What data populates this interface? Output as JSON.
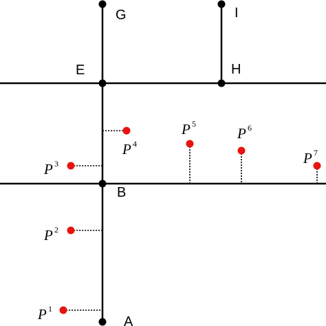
{
  "diagram": {
    "nodes": [
      {
        "id": "G",
        "label": "G"
      },
      {
        "id": "I",
        "label": "I"
      },
      {
        "id": "E",
        "label": "E"
      },
      {
        "id": "H",
        "label": "H"
      },
      {
        "id": "B",
        "label": "B"
      },
      {
        "id": "A",
        "label": "A"
      }
    ],
    "edges": [
      {
        "from": "A",
        "to": "B"
      },
      {
        "from": "B",
        "to": "E"
      },
      {
        "from": "E",
        "to": "G"
      },
      {
        "from": "E",
        "to": "H"
      },
      {
        "from": "H",
        "to": "I"
      }
    ],
    "points": [
      {
        "id": "P1",
        "base": "P",
        "sup": "1"
      },
      {
        "id": "P2",
        "base": "P",
        "sup": "2"
      },
      {
        "id": "P3",
        "base": "P",
        "sup": "3"
      },
      {
        "id": "P4",
        "base": "P",
        "sup": "4"
      },
      {
        "id": "P5",
        "base": "P",
        "sup": "5"
      },
      {
        "id": "P6",
        "base": "P",
        "sup": "6"
      },
      {
        "id": "P7",
        "base": "P",
        "sup": "7"
      }
    ],
    "colors": {
      "roads": "#000000",
      "nodes": "#000000",
      "points": "#e8130f"
    }
  }
}
